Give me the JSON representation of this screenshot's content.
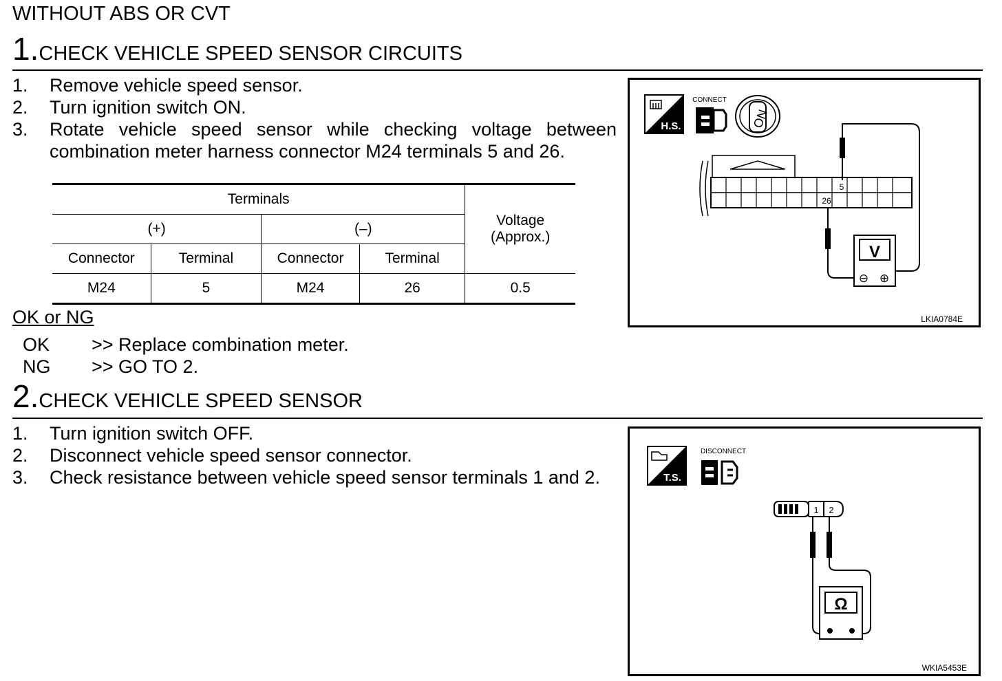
{
  "header": "WITHOUT ABS OR CVT",
  "section1": {
    "number": "1.",
    "title": "CHECK VEHICLE SPEED SENSOR CIRCUITS",
    "steps": [
      {
        "n": "1.",
        "text": "Remove vehicle speed sensor."
      },
      {
        "n": "2.",
        "text": "Turn ignition switch ON."
      },
      {
        "n": "3.",
        "text": "Rotate vehicle speed sensor while checking voltage between combination meter harness connector M24 terminals 5 and 26."
      }
    ],
    "table": {
      "terminals_header": "Terminals",
      "plus": "(+)",
      "minus": "(–)",
      "connector": "Connector",
      "terminal": "Terminal",
      "voltage_line1": "Voltage",
      "voltage_line2": "(Approx.)",
      "row": {
        "pos_connector": "M24",
        "pos_terminal": "5",
        "neg_connector": "M24",
        "neg_terminal": "26",
        "voltage": "0.5"
      }
    },
    "ok_ng_label": "OK or NG",
    "results": [
      {
        "code": "OK",
        "text": ">> Replace combination meter."
      },
      {
        "code": "NG",
        "text": ">> GO TO 2."
      }
    ],
    "figure": {
      "hs_label": "H.S.",
      "connect_label": "CONNECT",
      "on_label": "ON",
      "pin_5": "5",
      "pin_26": "26",
      "meter_label": "V",
      "minus_symbol": "⊖",
      "plus_symbol": "⊕",
      "code": "LKIA0784E"
    }
  },
  "section2": {
    "number": "2.",
    "title": "CHECK VEHICLE SPEED SENSOR",
    "steps": [
      {
        "n": "1.",
        "text": "Turn ignition switch OFF."
      },
      {
        "n": "2.",
        "text": "Disconnect vehicle speed sensor connector."
      },
      {
        "n": "3.",
        "text": "Check resistance between vehicle speed sensor terminals 1 and 2."
      }
    ],
    "figure": {
      "ts_label": "T.S.",
      "disconnect_label": "DISCONNECT",
      "pin_1": "1",
      "pin_2": "2",
      "meter_label": "Ω",
      "code": "WKIA5453E"
    }
  }
}
